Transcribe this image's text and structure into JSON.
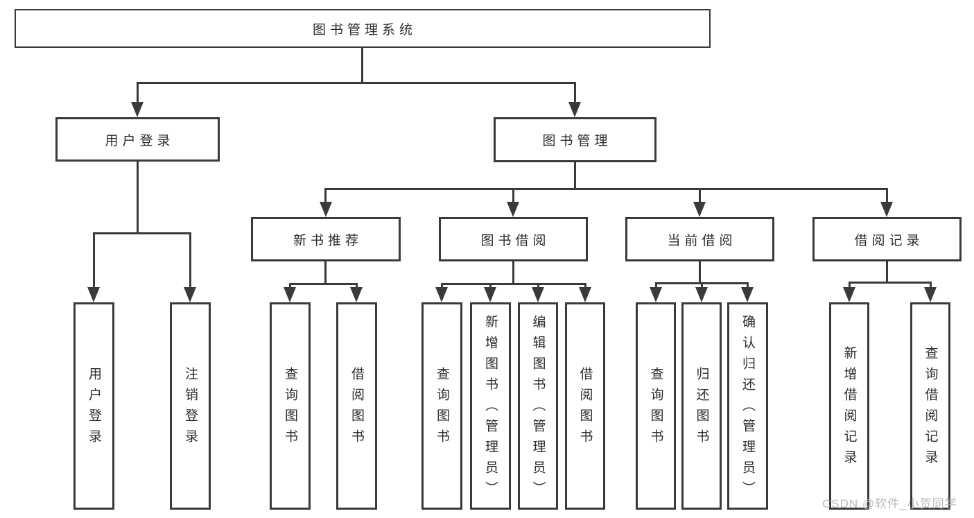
{
  "colors": {
    "background": "#ffffff",
    "line": "#3a3a3a",
    "text": "#2b2b2b",
    "watermark_gray": "#b5b5b5"
  },
  "diagram": {
    "root": {
      "label": "图书管理系统"
    },
    "branches": [
      {
        "label": "用户登录",
        "leaves": [
          {
            "label": "用户登录"
          },
          {
            "label": "注销登录"
          }
        ]
      },
      {
        "label": "图书管理",
        "groups": [
          {
            "label": "新书推荐",
            "leaves": [
              {
                "label": "查询图书"
              },
              {
                "label": "借阅图书"
              }
            ]
          },
          {
            "label": "图书借阅",
            "leaves": [
              {
                "label": "查询图书"
              },
              {
                "label": "新增图书（管理员）"
              },
              {
                "label": "编辑图书（管理员）"
              },
              {
                "label": "借阅图书"
              }
            ]
          },
          {
            "label": "当前借阅",
            "leaves": [
              {
                "label": "查询图书"
              },
              {
                "label": "归还图书"
              },
              {
                "label": "确认归还（管理员）"
              }
            ]
          },
          {
            "label": "借阅记录",
            "leaves": [
              {
                "label": "新增借阅记录"
              },
              {
                "label": "查询借阅记录"
              }
            ]
          }
        ]
      }
    ]
  },
  "watermark": {
    "text": "CSDN @软件_小贺同学"
  }
}
